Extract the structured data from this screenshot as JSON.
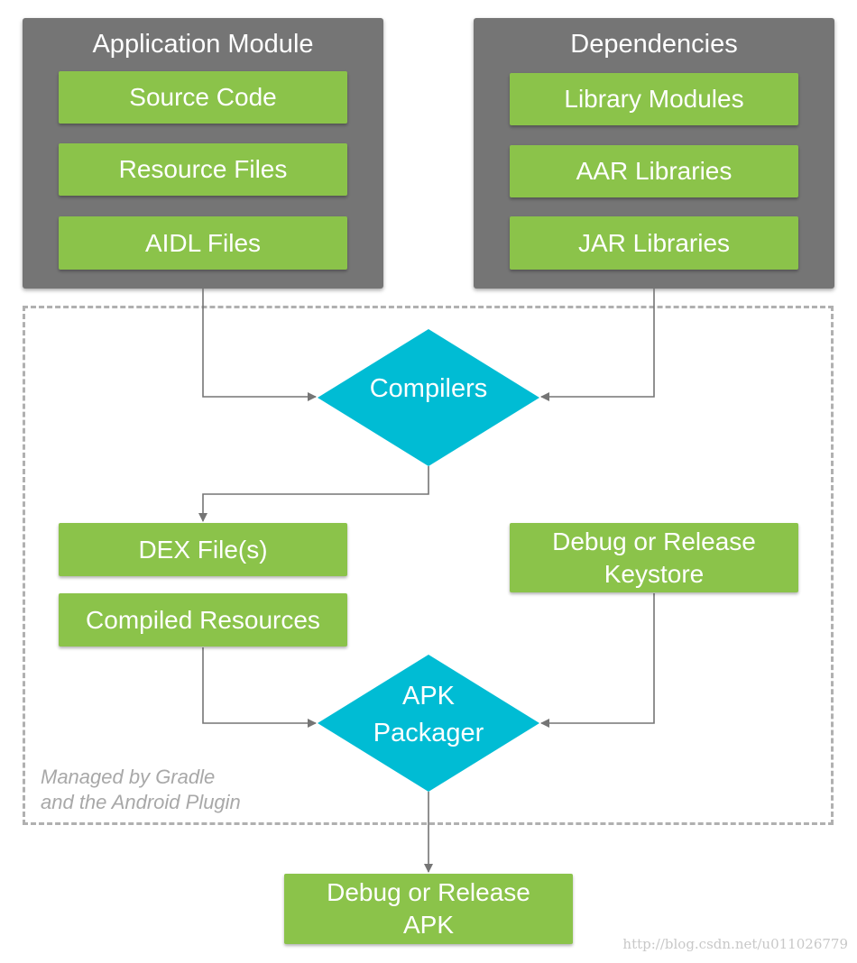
{
  "application_module": {
    "title": "Application Module",
    "items": [
      "Source Code",
      "Resource Files",
      "AIDL Files"
    ]
  },
  "dependencies": {
    "title": "Dependencies",
    "items": [
      "Library Modules",
      "AAR Libraries",
      "JAR Libraries"
    ]
  },
  "compilers": {
    "label": "Compilers"
  },
  "outputs": {
    "dex": "DEX File(s)",
    "compiled_resources": "Compiled Resources",
    "keystore": "Debug or Release\nKeystore"
  },
  "packager": {
    "label": "APK\nPackager"
  },
  "final_output": {
    "label": "Debug or Release\nAPK"
  },
  "managed_note": "Managed by Gradle\nand the Android Plugin",
  "watermark": "http://blog.csdn.net/u011026779",
  "colors": {
    "panel": "#757575",
    "box": "#8bc34a",
    "diamond": "#00bcd4",
    "arrow": "#757575",
    "dashed": "#b0b0b0"
  }
}
